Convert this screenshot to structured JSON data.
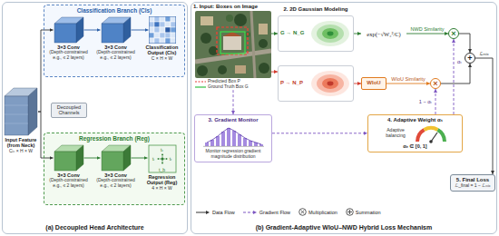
{
  "diagram": {
    "nodes": [
      {
        "text": [
          "(a) Decoupled Head Architecture"
        ]
      },
      {
        "text": [
          "Classification Branch (Cls)"
        ],
        "in": 0
      },
      {
        "text": [
          "3×3 Conv",
          "(Depth-constrained e.g., ≤ 2 layers)"
        ],
        "in": 1
      },
      {
        "text": [
          "3×3 Conv",
          "(Depth-constrained e.g., ≤ 2 layers)"
        ],
        "in": 1
      },
      {
        "text": [
          "Classification Output (Cls)",
          "C × H × W"
        ],
        "in": 1
      },
      {
        "text": [
          "Input Feature (from Neck)",
          "Cᵢₙ × H × W"
        ],
        "in": 0
      },
      {
        "text": [
          "Decoupled Channels"
        ],
        "in": 0
      },
      {
        "text": [
          "Regression Branch (Reg)"
        ],
        "in": 0
      },
      {
        "text": [
          "3×3 Conv",
          "(Depth-constrained e.g., ≤ 2 layers)"
        ],
        "in": 7
      },
      {
        "text": [
          "3×3 Conv",
          "(Depth-constrained e.g., ≤ 2 layers)"
        ],
        "in": 7
      },
      {
        "text": [
          "Regression Output (Reg)",
          "4 × H × W"
        ],
        "in": 7
      },
      {
        "text": [
          "(b) Gradient-Adaptive WIoU–NWD Hybrid Loss Mechanism"
        ]
      },
      {
        "text": [
          "1. Input: Boxes on Image",
          "Predicted Box P",
          "Ground Truth Box G"
        ],
        "in": 11
      },
      {
        "text": [
          "G → N_G"
        ],
        "in": 11
      },
      {
        "text": [
          "P → N_P"
        ],
        "in": 11
      },
      {
        "text": [
          "exp(−√W₂²/C)"
        ],
        "in": 11
      },
      {
        "text": [
          "×"
        ],
        "in": 11
      },
      {
        "text": [
          "WIoU"
        ],
        "in": 11
      },
      {
        "text": [
          "×"
        ],
        "in": 11
      },
      {
        "text": [
          "+"
        ],
        "in": 11
      },
      {
        "text": [
          "3. Gradient Monitor",
          "Monitor regression gradient magnitude distribution"
        ],
        "in": 11
      },
      {
        "text": [
          "4. Adaptive Weight αₜ",
          "Adaptive balancing",
          "αₜ ∈ [0, 1]"
        ],
        "in": 11
      },
      {
        "text": [
          "5. Final Loss",
          "ℒ_final = 1 − ℒₘᵢₓ"
        ],
        "in": 11
      }
    ],
    "edges": [
      {
        "from": 5,
        "to": 2,
        "arrow": "to"
      },
      {
        "from": 5,
        "to": 8,
        "arrow": "to"
      },
      {
        "from": 2,
        "to": 3,
        "arrow": "to"
      },
      {
        "from": 3,
        "to": 4,
        "arrow": "to"
      },
      {
        "from": 8,
        "to": 9,
        "arrow": "to"
      },
      {
        "from": 9,
        "to": 10,
        "arrow": "to"
      },
      {
        "from": 12,
        "to": 13,
        "arrow": "to"
      },
      {
        "from": 12,
        "to": 14,
        "arrow": "to"
      },
      {
        "from": 13,
        "to": 15,
        "arrow": "to"
      },
      {
        "from": 15,
        "to": 16,
        "label": "NWD Similarity",
        "arrow": "to"
      },
      {
        "from": 14,
        "to": 17,
        "arrow": "to"
      },
      {
        "from": 17,
        "to": 18,
        "label": "WIoU Similarity",
        "arrow": "to"
      },
      {
        "from": 21,
        "to": 16,
        "label": "αₜ",
        "arrow": "to"
      },
      {
        "from": 21,
        "to": 18,
        "label": "1 − αₜ",
        "arrow": "to"
      },
      {
        "from": 16,
        "to": 19,
        "arrow": "to"
      },
      {
        "from": 18,
        "to": 19,
        "arrow": "to"
      },
      {
        "from": 19,
        "to": 22,
        "label": "ℒₘᵢₓ",
        "arrow": "to"
      },
      {
        "from": 12,
        "to": 20,
        "arrow": "to"
      },
      {
        "from": 20,
        "to": 21,
        "arrow": "to"
      }
    ],
    "labels": [
      "2. 2D Gaussian Modeling",
      "tₜ",
      "tₗ",
      "tᵣ",
      "t_b"
    ],
    "legend": [
      {
        "text": "Data Flow"
      },
      {
        "text": "Gradient Flow"
      },
      {
        "text": "Multiplication"
      },
      {
        "text": "Summation"
      }
    ]
  }
}
